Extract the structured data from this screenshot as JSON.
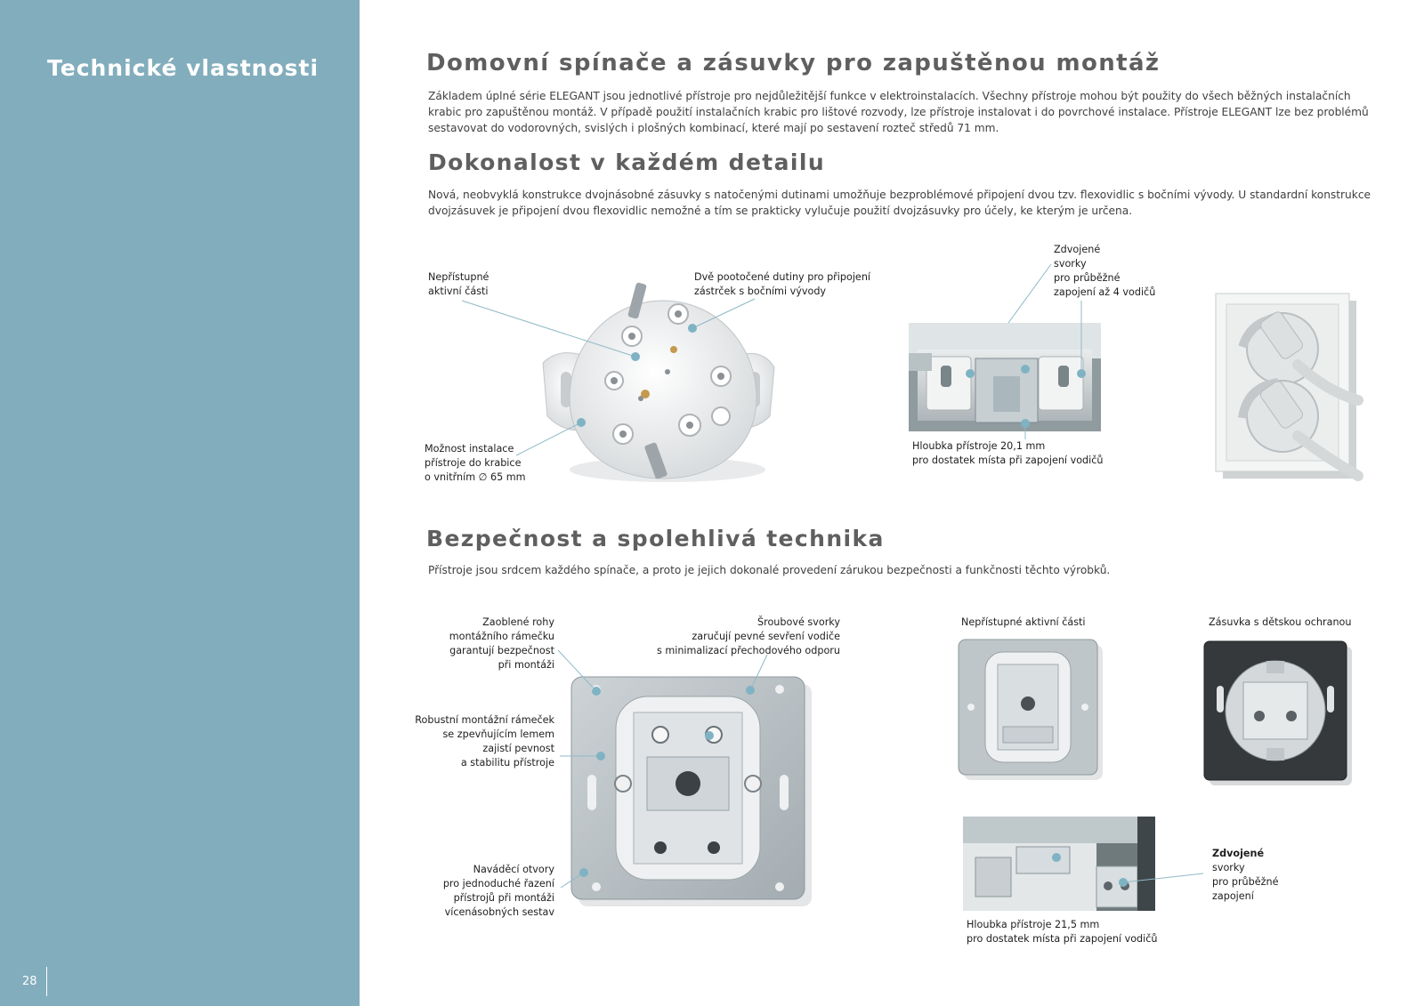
{
  "sidebar": {
    "title": "Technické vlastnosti",
    "page_number": "28"
  },
  "section1": {
    "heading": "Domovní spínače a zásuvky pro zapuštěnou montáž",
    "text": "Základem úplné série ELEGANT jsou jednotlivé přístroje pro nejdůležitější funkce v elektroinstalacích. Všechny přístroje mohou být použity do všech běžných instalačních\nkrabic pro zapuštěnou montáž. V případě použití instalačních krabic pro lištové rozvody, lze přístroje instalovat i do povrchové instalace. Přístroje ELEGANT lze bez problémů\nsestavovat do vodorovných, svislých i plošných kombinací, které mají po sestavení rozteč středů 71 mm."
  },
  "section2": {
    "heading": "Dokonalost v každém detailu",
    "text": "Nová, neobvyklá konstrukce dvojnásobné zásuvky s natočenými dutinami umožňuje bezproblémové připojení dvou tzv. flexovidlic s bočními vývody. U standardní konstrukce\ndvojzásuvek je připojení dvou flexovidlic nemožné a tím se prakticky vylučuje použití dvojzásuvky pro účely, ke kterým je určena.",
    "labels": {
      "inaccessible": "Nepřístupné\naktivní části",
      "rotated_sockets": "Dvě pootočené dutiny pro připojení\nzástrček s bočními vývody",
      "box_install": "Možnost instalace\npřístroje do krabice\no vnitřním ∅ 65 mm",
      "double_terminals": "Zdvojené\nsvorky\npro průběžné\nzapojení až 4 vodičů",
      "depth": "Hloubka přístroje 20,1 mm\npro dostatek místa při zapojení vodičů"
    }
  },
  "section3": {
    "heading": "Bezpečnost a spolehlivá technika",
    "text": "Přístroje jsou srdcem každého spínače, a proto je jejich dokonalé provedení zárukou bezpečnosti a funkčnosti těchto výrobků.",
    "labels": {
      "rounded_corners": "Zaoblené rohy\nmontážního rámečku\ngarantují bezpečnost\npři montáži",
      "screw_terminals": "Šroubové svorky\nzaručují pevné sevření vodiče\ns minimalizací přechodového odporu",
      "robust_frame": "Robustní montážní rámeček\nse zpevňujícím lemem\nzajistí pevnost\na stabilitu přístroje",
      "guide_holes": "Naváděcí otvory\npro jednoduché řazení\npřístrojů při montáži\nvícenásobných sestav",
      "inaccessible_parts": "Nepřístupné aktivní části",
      "child_protection": "Zásuvka s dětskou ochranou",
      "double_terminals_bold": "Zdvojené",
      "double_terminals_rest": "svorky\npro průběžné\nzapojení",
      "depth": "Hloubka přístroje 21,5 mm\npro dostatek místa při zapojení vodičů"
    }
  }
}
